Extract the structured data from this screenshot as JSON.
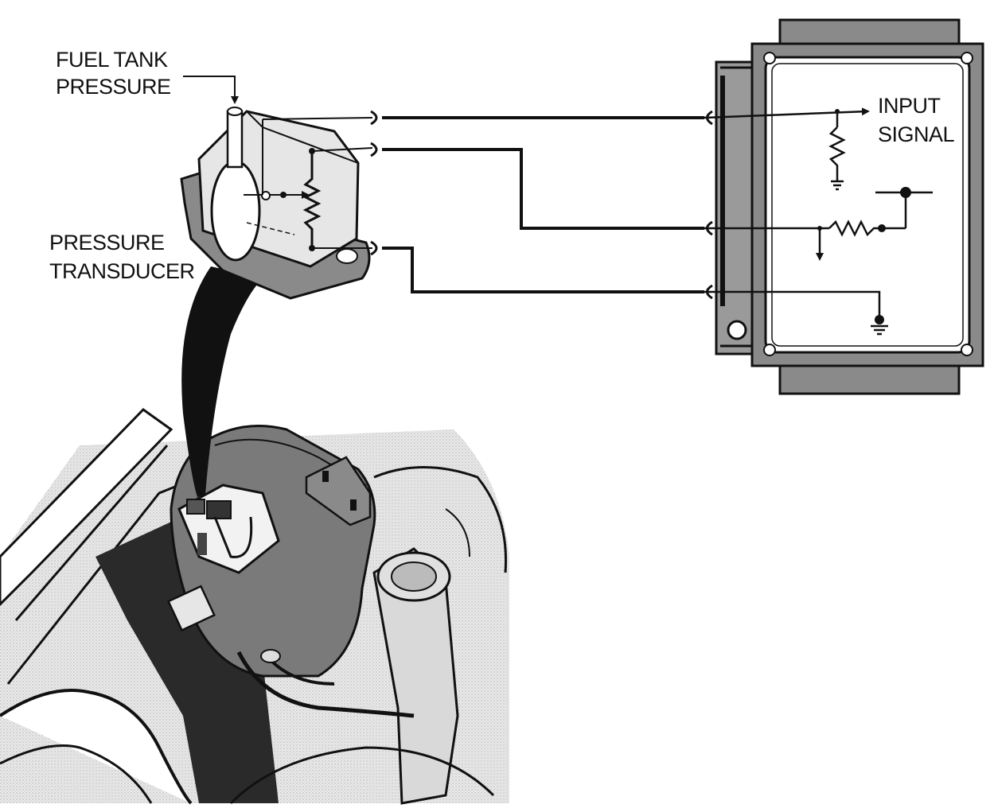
{
  "labels": {
    "fuel_tank_pressure_line1": "FUEL TANK",
    "fuel_tank_pressure_line2": "PRESSURE",
    "pressure_transducer_line1": "PRESSURE",
    "pressure_transducer_line2": "TRANSDUCER",
    "input_signal_line1": "INPUT",
    "input_signal_line2": "SIGNAL"
  },
  "components": {
    "transducer": "pressure-transducer",
    "module": "control-module",
    "tank": "fuel-tank"
  },
  "colors": {
    "line": "#111111",
    "component_fill": "#d9d9d9",
    "component_dark": "#8a8a8a",
    "tank_fill": "#7a7a7a",
    "background_shade": "#e6e6e6"
  }
}
